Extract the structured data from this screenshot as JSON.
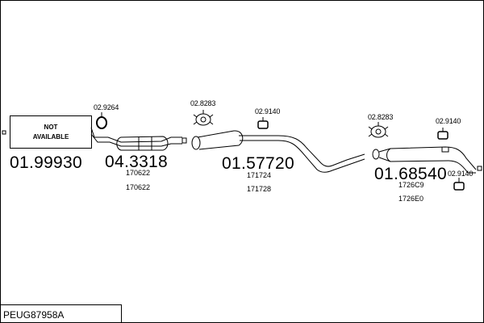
{
  "diagram": {
    "model_code": "PEUG87958A",
    "not_available": [
      "NOT",
      "AVAILABLE"
    ],
    "parts": [
      {
        "part_no": "01.99930",
        "refs": []
      },
      {
        "part_no": "04.3318",
        "refs": [
          "170622",
          "170622"
        ]
      },
      {
        "part_no": "01.57720",
        "refs": [
          "171724",
          "171728"
        ]
      },
      {
        "part_no": "01.68540",
        "refs": [
          "1726C9",
          "1726E0"
        ]
      }
    ],
    "fittings": {
      "gasket": "02.9264",
      "clamp_a": "02.8283",
      "hanger_a": "02.9140",
      "clamp_b": "02.8283",
      "hanger_b": "02.9140",
      "hanger_c": "02.9140"
    }
  }
}
